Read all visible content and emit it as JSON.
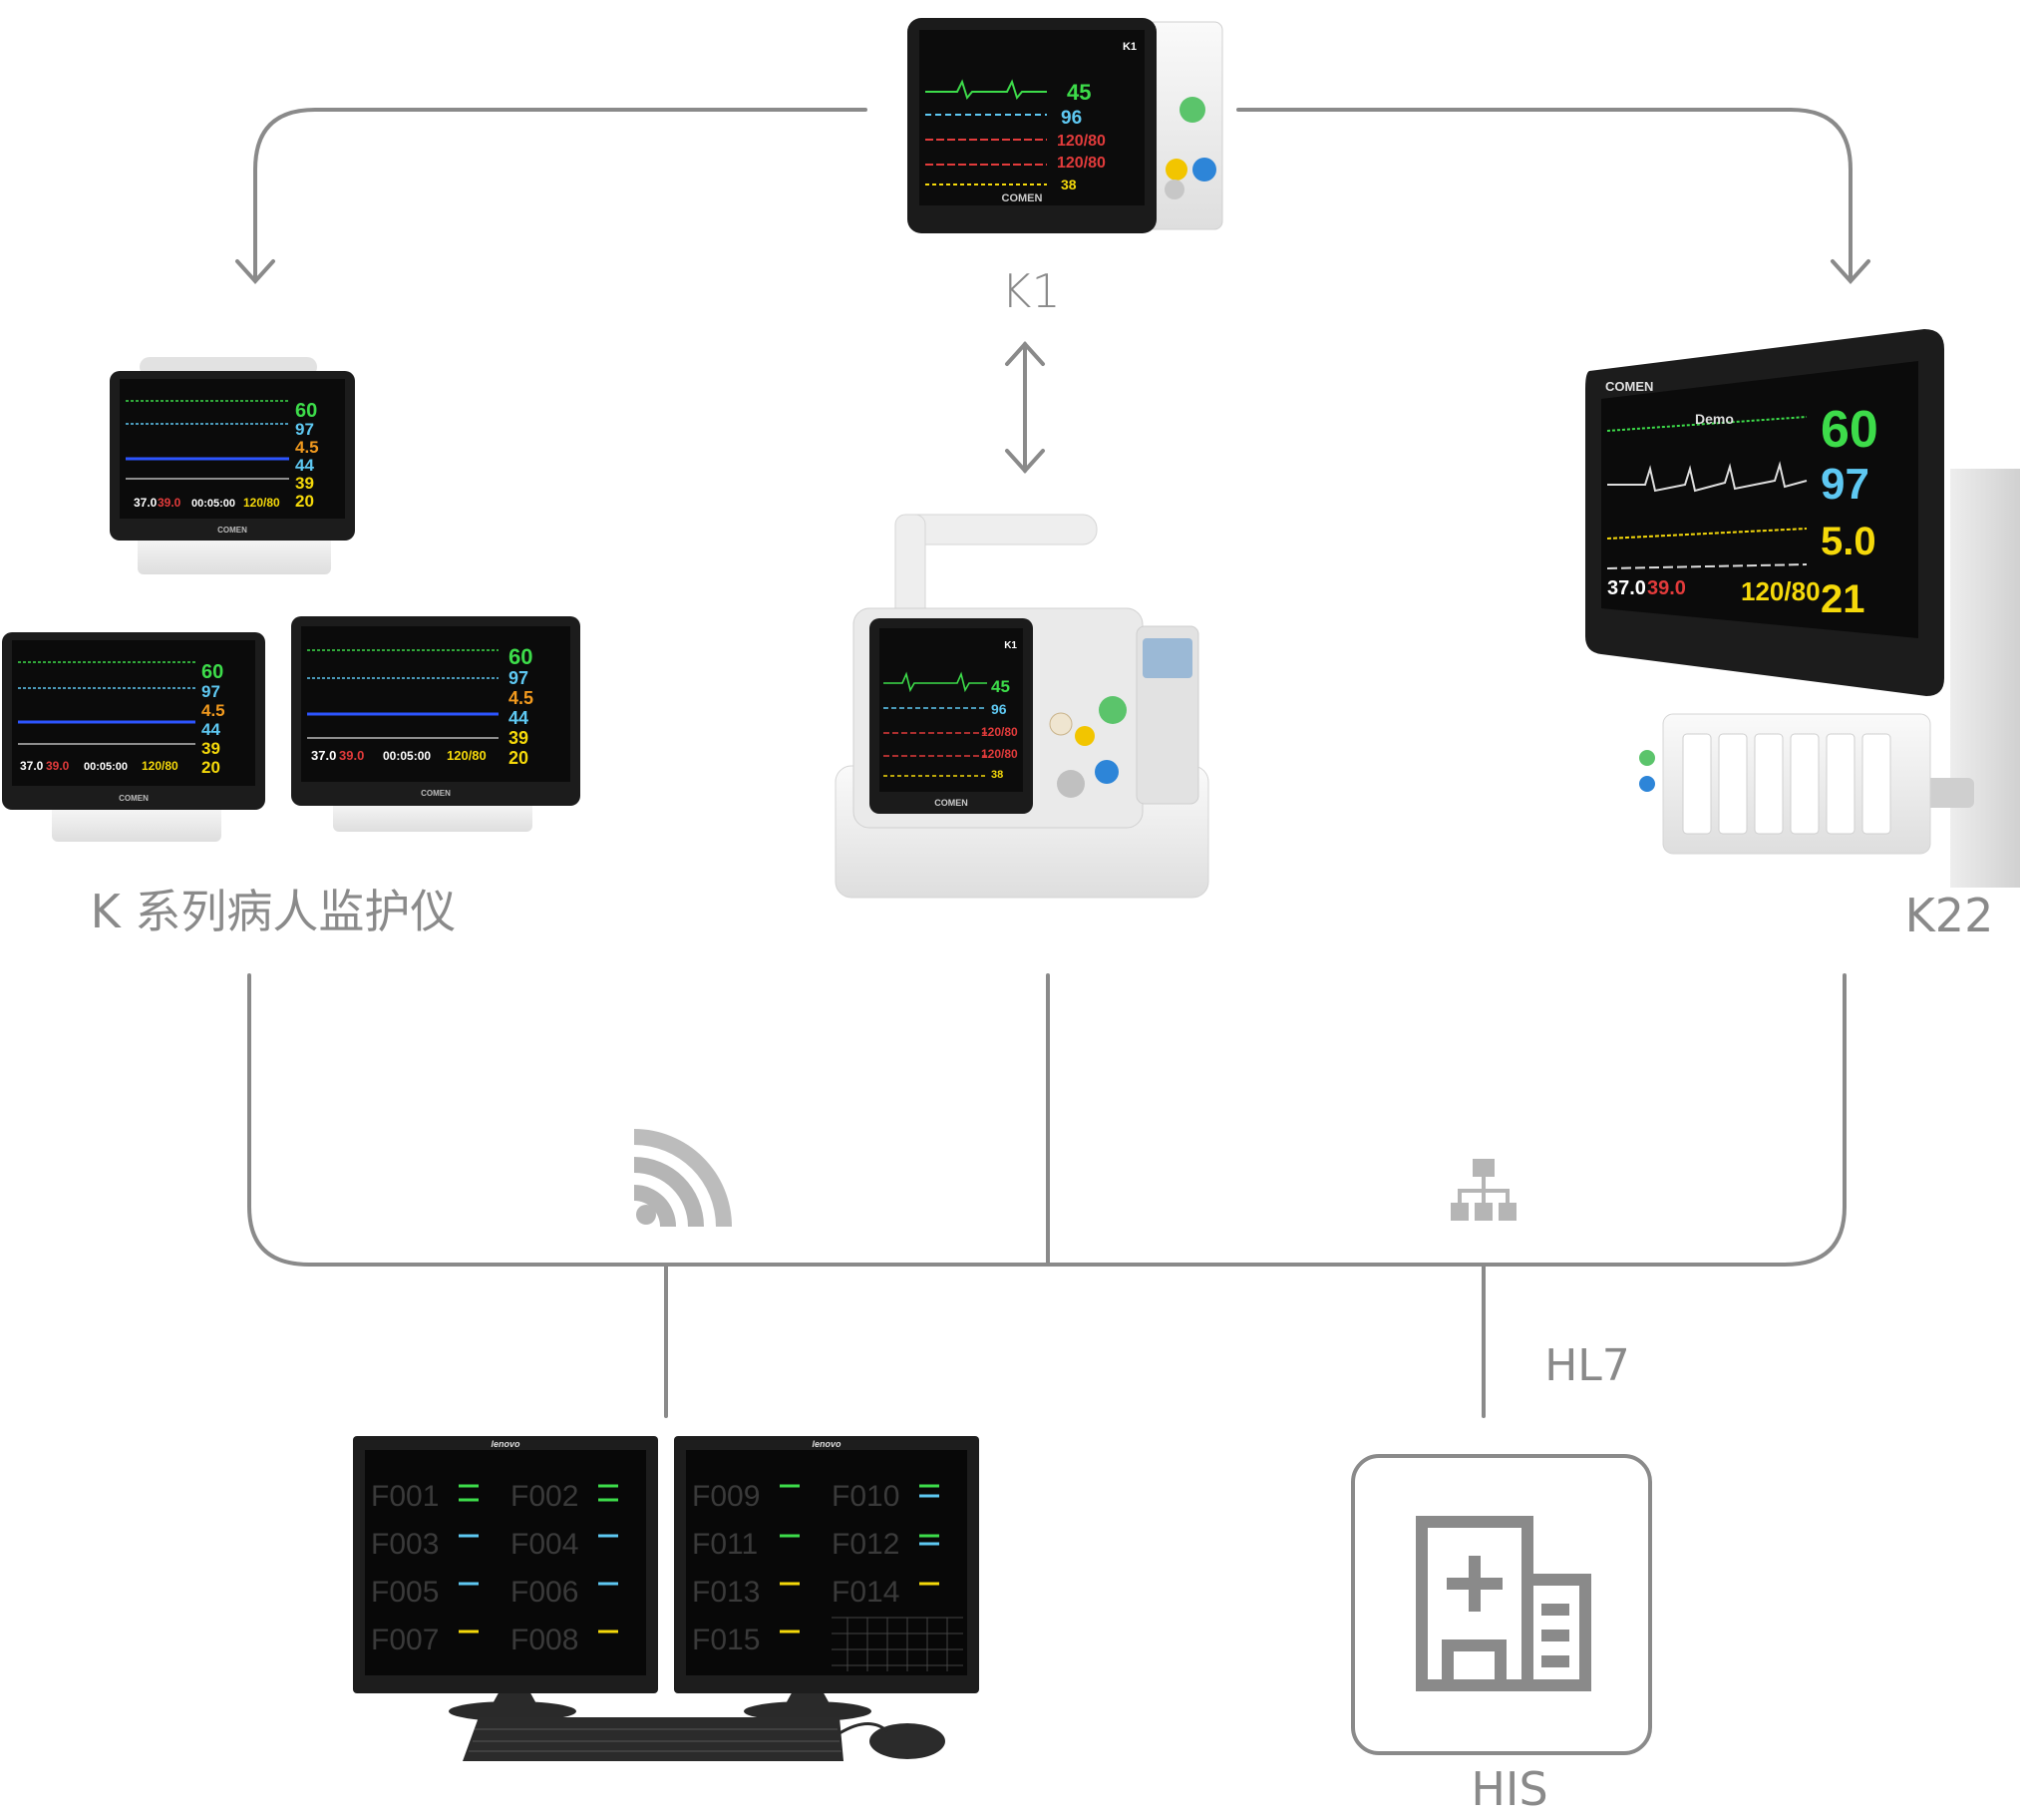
{
  "labels": {
    "k1": "K1",
    "k_series": "K 系列病人监护仪",
    "k22": "K22",
    "hl7": "HL7",
    "his": "HIS"
  },
  "icons": {
    "wireless": "wifi-icon",
    "network": "network-topology-icon",
    "hospital": "hospital-building-icon"
  },
  "colors": {
    "line": "#8a8a8a",
    "label": "#8a8a8a",
    "screen_bg": "#111111",
    "bezel": "#1c1c1c",
    "device_body": "#f1f1f1",
    "vital_green": "#3ddc4a",
    "vital_cyan": "#5ec8f2",
    "vital_yellow": "#f5d90a",
    "vital_orange": "#f29a1e",
    "vital_red": "#e23b3b"
  },
  "k1_monitor": {
    "badge": "K1",
    "brand": "COMEN",
    "values": [
      "45",
      "96",
      "120/80",
      "120/80",
      "38"
    ]
  },
  "k_monitor_a": {
    "brand": "COMEN",
    "values": [
      "60",
      "97",
      "4.5",
      "44",
      "39",
      "20"
    ],
    "bottom": [
      "37.0",
      "39.0",
      "00:05:00",
      "120/80"
    ]
  },
  "k_monitor_b": {
    "brand": "COMEN",
    "values": [
      "60",
      "97",
      "4.5",
      "44",
      "39",
      "20"
    ],
    "bottom": [
      "37.0",
      "39.0",
      "00:05:00",
      "120/80"
    ]
  },
  "k_monitor_c": {
    "brand": "COMEN",
    "values": [
      "60",
      "97",
      "4.5",
      "44",
      "39",
      "20"
    ],
    "bottom": [
      "37.0",
      "39.0",
      "00:05:00",
      "120/80"
    ]
  },
  "docked_k1": {
    "badge": "K1",
    "brand": "COMEN",
    "values": [
      "45",
      "96",
      "120/80",
      "120/80",
      "38"
    ]
  },
  "k22_monitor": {
    "brand": "COMEN",
    "title": "Demo",
    "values": [
      "60",
      "97",
      "5.0",
      "21"
    ],
    "bottom": [
      "37.0",
      "39.0",
      "120/80"
    ]
  },
  "central_station": {
    "brand": "lenovo",
    "beds_left": [
      "F001",
      "F002",
      "F003",
      "F004",
      "F005",
      "F006",
      "F007",
      "F008"
    ],
    "beds_right": [
      "F009",
      "F010",
      "F011",
      "F012",
      "F013",
      "F014",
      "F015"
    ]
  }
}
